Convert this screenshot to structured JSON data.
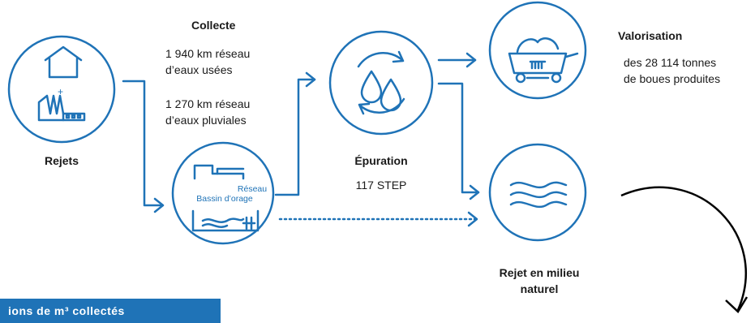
{
  "colors": {
    "accent": "#1f73b7",
    "text": "#1a1a1a",
    "curve": "#000000"
  },
  "nodes": {
    "rejets": {
      "label": "Rejets"
    },
    "collecte": {
      "title": "Collecte",
      "line1": "1 940 km réseau",
      "line2": "d’eaux usées",
      "line3": "1 270 km réseau",
      "line4": "d’eaux pluviales"
    },
    "reseau": {
      "label_reseau": "Réseau",
      "label_bassin": "Bassin d’orage"
    },
    "epuration": {
      "title": "Épuration",
      "subtitle": "117 STEP"
    },
    "valorisation": {
      "title": "Valorisation",
      "line1": "des 28 114 tonnes",
      "line2": "de boues produites"
    },
    "rejet_milieu": {
      "line1": "Rejet en milieu",
      "line2": "naturel"
    }
  },
  "banner": {
    "text": "ions de m³ collectés"
  }
}
